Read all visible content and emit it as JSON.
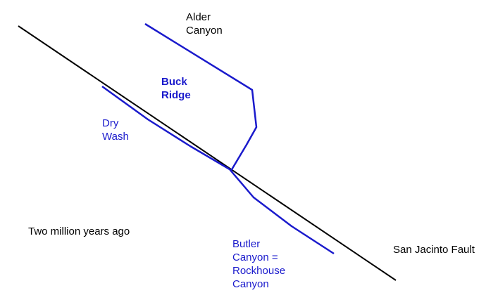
{
  "colors": {
    "fault": "#000000",
    "drainage": "#1a1acc",
    "background": "#ffffff"
  },
  "labels": {
    "alder_canyon": [
      "Alder",
      "Canyon"
    ],
    "buck_ridge": [
      "Buck",
      "Ridge"
    ],
    "dry_wash": [
      "Dry",
      "Wash"
    ],
    "butler_canyon": [
      "Butler",
      "Canyon =",
      "Rockhouse",
      "Canyon"
    ],
    "san_jacinto_fault": "San Jacinto Fault",
    "time_caption": "Two million years ago"
  }
}
